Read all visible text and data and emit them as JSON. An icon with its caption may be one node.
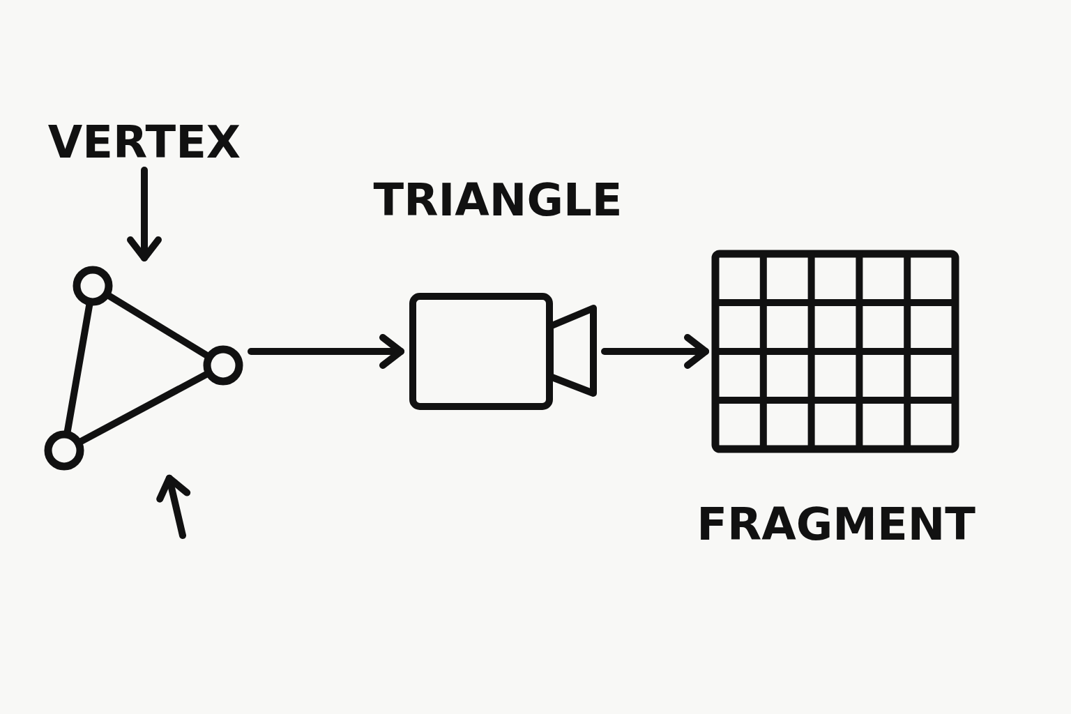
{
  "diagram": {
    "nodes": [
      {
        "text": [
          "VERTEX"
        ]
      },
      {
        "text": [],
        "shape": "triangle"
      },
      {
        "text": [],
        "shape": "camera",
        "beside": [
          "TRIANGLE"
        ]
      },
      {
        "text": [],
        "shape": "grid",
        "beside": [
          "FRAGMENT"
        ]
      }
    ],
    "edges": [
      {
        "from": 0,
        "to": 1,
        "arrow": "to"
      },
      {
        "from": null,
        "to": 1,
        "arrow": "to"
      },
      {
        "from": 1,
        "to": 2,
        "arrow": "to"
      },
      {
        "from": 2,
        "to": 3,
        "arrow": "to"
      }
    ]
  }
}
